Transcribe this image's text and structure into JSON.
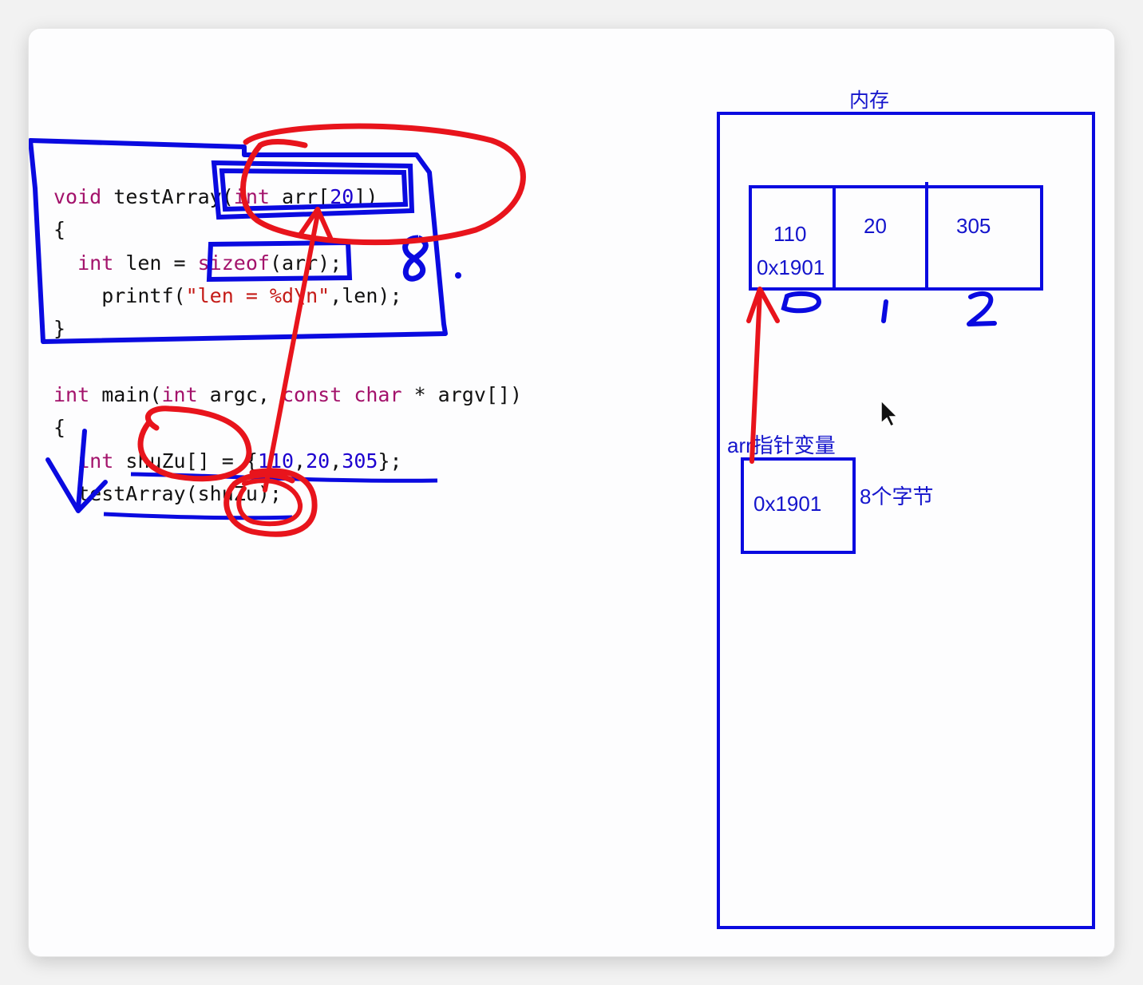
{
  "code": {
    "testArray": {
      "line1": {
        "kw1": "void",
        "name": " testArray(",
        "kw2": "int",
        "rest": " arr[",
        "num": "20",
        "end": "])"
      },
      "line2": "{",
      "line3": {
        "indent": "  ",
        "kw": "int",
        "a": " len = ",
        "kw2": "sizeof",
        "b": "(arr);"
      },
      "line4": {
        "indent": "    printf(",
        "str": "\"len = %d\\n\"",
        "rest": ",len);"
      },
      "line5": "}"
    },
    "main": {
      "line1": {
        "kw1": "int",
        "a": " main(",
        "kw2": "int",
        "b": " argc, ",
        "kw3": "const",
        "c": " ",
        "kw4": "char",
        "d": " * argv[])"
      },
      "line2": "{",
      "line3": {
        "indent": "  ",
        "kw": "int",
        "a": " shuZu[] = {",
        "n1": "110",
        "c1": ",",
        "n2": "20",
        "c2": ",",
        "n3": "305",
        "end": "};"
      },
      "line4": "  testArray(shuZu);"
    }
  },
  "memory": {
    "title": "内存",
    "cells": [
      "110",
      "20",
      "305"
    ],
    "first_cell_address": "0x1901",
    "pointer_label": "arr指针变量",
    "pointer_value": "0x1901",
    "pointer_size_note": "8个字节"
  },
  "annotations": {
    "sizeof_result": "8",
    "index_marks": [
      "0",
      "1",
      "2"
    ]
  },
  "colors": {
    "blue_ink": "#0a0ae0",
    "red_ink": "#e8141c",
    "keyword": "#a3126b",
    "number": "#1c00cf",
    "string": "#c41a16",
    "memory_text": "#1414cc"
  }
}
